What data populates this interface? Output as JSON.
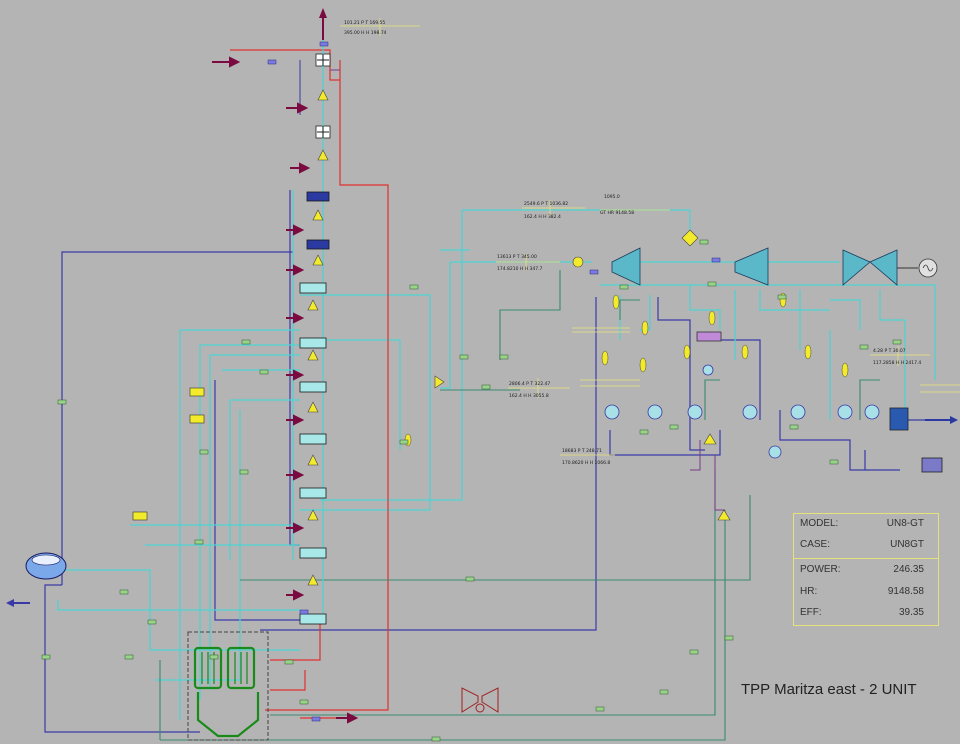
{
  "title": "TPP Maritza east - 2  UNIT",
  "summary": {
    "model_label": "MODEL:",
    "model_value": "UN8-GT",
    "case_label": "CASE:",
    "case_value": "UN8GT",
    "power_label": "POWER:",
    "power_value": "246.35",
    "hr_label": "HR:",
    "hr_value": "9148.58",
    "eff_label": "EFF:",
    "eff_value": "39.35"
  },
  "annotations": {
    "top_1": "101.21  P  T 169.55",
    "top_2": "395.00  H  H 198.74",
    "gt_1": "2549.6  P  T 1036.82",
    "gt_2": "162.4  H  H 382.4",
    "gt_3": "1095.0",
    "gt_4": "GT  HR 9148.58",
    "comp_1": "13613  P  T 345.00",
    "comp_2": "174.8210  H  H 347.7",
    "mid_1": "2806.4  P  T 322.47",
    "mid_2": "162.4  H  H 3055.8",
    "low_1": "18683  P  T 248.71",
    "low_2": "170.8620  H  H 1066.8",
    "right_1": "4.28  P  T 30.07",
    "right_2": "117.2858  H  H 2417.4"
  },
  "colors": {
    "background": "#b4b4b4",
    "steam_line": "#4cd3d3",
    "water_line": "#3a3aa6",
    "hot_line": "#e03030",
    "feed_line": "#3a8a70",
    "boiler": "#1a8a1a",
    "component": "#f2ea2a",
    "arrow": "#7a0a40",
    "box_border": "#e6e27a"
  }
}
